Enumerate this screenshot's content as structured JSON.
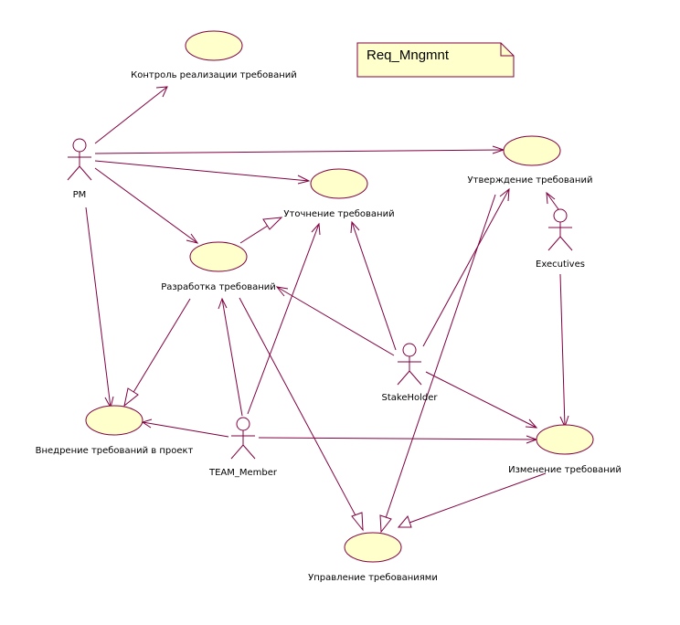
{
  "diagram": {
    "note": {
      "text": "Req_Mngmnt"
    },
    "use_cases": {
      "kontrol": "Контроль реализации требований",
      "utverzhdenie": "Утверждение требований",
      "utochnenie": "Уточнение требований",
      "razrabotka": "Разработка требований",
      "vnedrenie": "Внедрение требований в проект",
      "izmenenie": "Изменение требований",
      "upravlenie": "Управление требованиями"
    },
    "actors": {
      "pm": "PM",
      "executives": "Executives",
      "stakeholder": "StakeHolder",
      "team_member": "TEAM_Member"
    }
  }
}
